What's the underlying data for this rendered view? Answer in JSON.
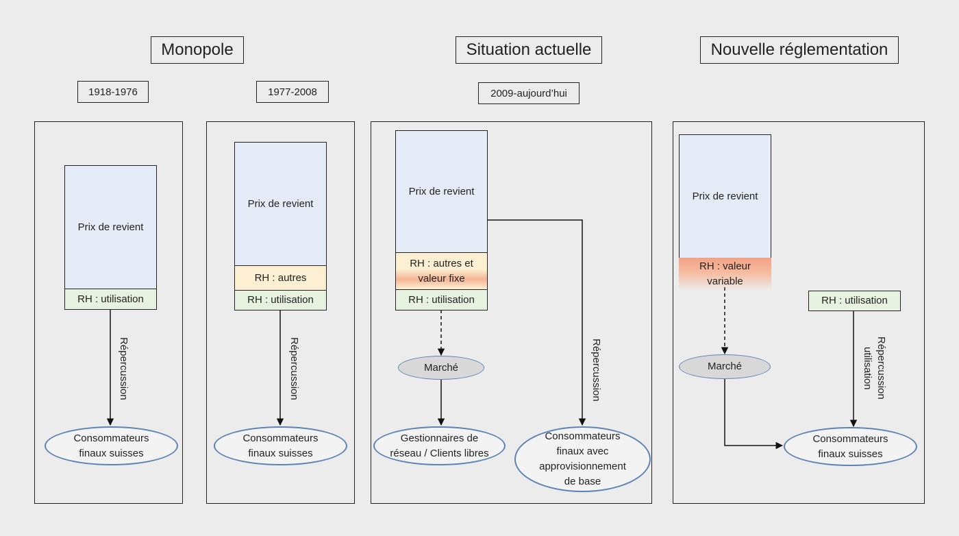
{
  "titles": {
    "monopole": "Monopole",
    "actuelle": "Situation actuelle",
    "nouvelle": "Nouvelle réglementation"
  },
  "periods": {
    "p1": "1918-1976",
    "p2": "1977-2008",
    "p3": "2009-aujourd’hui"
  },
  "panel1": {
    "cost": "Prix de revient",
    "rh_use": "RH : utilisation",
    "arrow_label": "Répercussion",
    "consumers": "Consommateurs finaux suisses"
  },
  "panel2": {
    "cost": "Prix de revient",
    "rh_other": "RH : autres",
    "rh_use": "RH : utilisation",
    "arrow_label": "Répercussion",
    "consumers": "Consommateurs finaux suisses"
  },
  "panel3": {
    "cost": "Prix de revient",
    "rh_other_fixed": "RH : autres et valeur fixe",
    "rh_use": "RH : utilisation",
    "market": "Marché",
    "managers": "Gestionnaires de réseau / Clients libres",
    "arrow_label": "Répercussion",
    "consumers_base": "Consommateurs finaux avec approvisionnement de base"
  },
  "panel4": {
    "cost": "Prix de revient",
    "rh_variable": "RH : valeur variable",
    "rh_use": "RH : utilisation",
    "market": "Marché",
    "arrow_label": "Répercussion utilisation",
    "consumers": "Consommateurs finaux suisses"
  },
  "colors": {
    "cost_fill": "#e6ecf7",
    "rh_use_fill": "#e8f2e0",
    "rh_other_fill": "#fdf0d2",
    "rh_variable_fill": "#f2a284",
    "ellipse_border": "#5d83b4",
    "market_fill": "#d8d8d8"
  }
}
